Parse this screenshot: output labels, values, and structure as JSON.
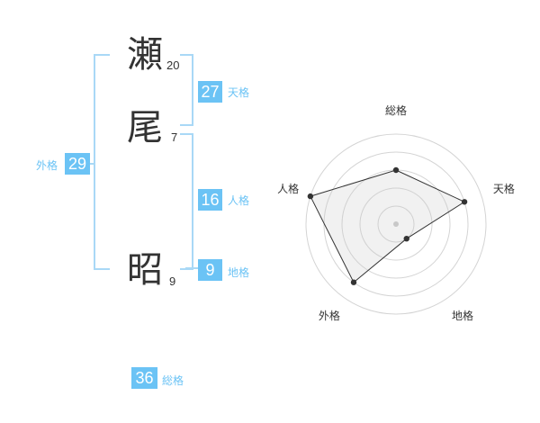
{
  "name": {
    "chars": [
      {
        "char": "瀬",
        "strokes": "20"
      },
      {
        "char": "尾",
        "strokes": "7"
      },
      {
        "char": "昭",
        "strokes": "9"
      }
    ]
  },
  "grids": {
    "tenkaku": {
      "value": "27",
      "label": "天格"
    },
    "jinkaku": {
      "value": "16",
      "label": "人格"
    },
    "chikaku": {
      "value": "9",
      "label": "地格"
    },
    "gaikaku": {
      "value": "29",
      "label": "外格"
    },
    "soukaku": {
      "value": "36",
      "label": "総格"
    }
  },
  "colors": {
    "accent": "#6bc3f5",
    "bracket": "#a9d8f6",
    "text": "#333333"
  },
  "chart_data": {
    "type": "radar",
    "axes": [
      "総格",
      "天格",
      "地格",
      "外格",
      "人格"
    ],
    "values": [
      3,
      4,
      1,
      4,
      5
    ],
    "range": [
      0,
      5
    ],
    "rings": 5
  }
}
